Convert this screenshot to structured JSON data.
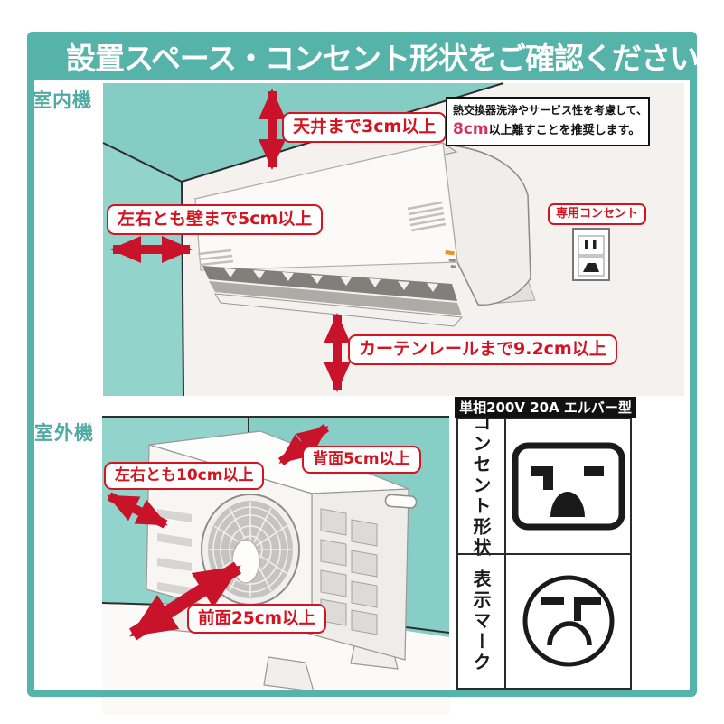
{
  "header": {
    "title": "設置スペース・コンセント形状をご確認ください",
    "warning_mark": "!"
  },
  "indoor": {
    "section_label": "室内機",
    "ceiling_label": "天井まで3cm以上",
    "walls_label": "左右とも壁まで5cm以上",
    "curtain_label": "カーテンレールまで9.2cm以上",
    "note_line1": "熱交換器洗浄やサービス性を考慮して、",
    "note_highlight": "8cm",
    "note_line2": "以上離すことを推奨します。",
    "outlet_label": "専用コンセント"
  },
  "outdoor": {
    "section_label": "室外機",
    "sides_label": "左右とも10cm以上",
    "back_label": "背面5cm以上",
    "front_label": "前面25cm以上"
  },
  "panel": {
    "spec": "単相200V 20A エルバー型",
    "rows": [
      {
        "label": "コンセント形状",
        "icon": "outlet-lbar-icon"
      },
      {
        "label": "表示マーク",
        "icon": "display-mark-icon"
      }
    ]
  },
  "colors": {
    "teal": "#56b3aa",
    "wall_teal": "#8ed1c9",
    "label_red": "#d41420",
    "arrow_red": "#c9132b",
    "note_highlight": "#d5305e",
    "warning_orange": "#e39b27"
  }
}
